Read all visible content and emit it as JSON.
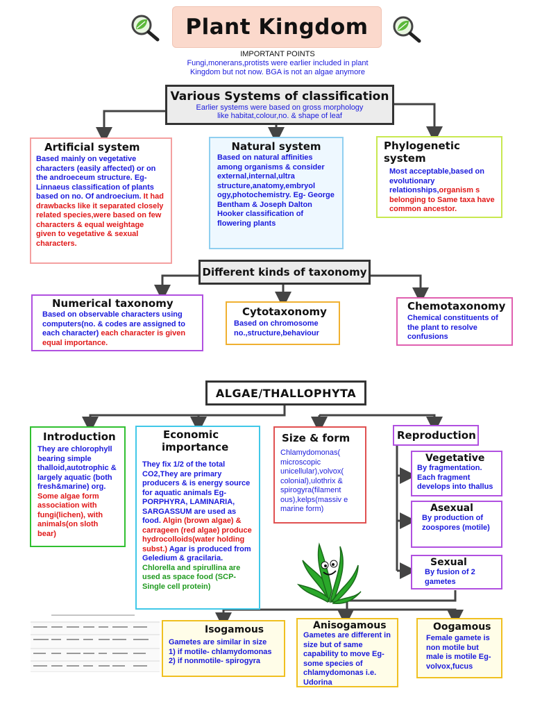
{
  "title": "Plant Kingdom",
  "important": {
    "heading": "IMPORTANT POINTS",
    "line1": "Fungi,monerans,protists were earlier included in plant",
    "line2": "Kingdom but not now. BGA is not an algae anymore"
  },
  "classification": {
    "heading": "Various Systems of classification",
    "sub1": "Earlier systems were based on gross morphology",
    "sub2": "like habitat,colour,no. & shape of leaf",
    "artificial": {
      "title": "Artificial system",
      "blue": "Based mainly on vegetative characters (easily affected) or on the androeceum structure. Eg- Linnaeus classification of plants based on no. Of androecium.",
      "red": " It had drawbacks like it separated closely related species,were based on few characters & equal weightage given to vegetative & sexual characters."
    },
    "natural": {
      "title": "Natural system",
      "text": "Based on natural affinities among organisms & consider external,internal,ultra structure,anatomy,embryol ogy,photochemistry. Eg- George Bentham & Joseph Dalton Hooker classification of flowering plants"
    },
    "phylogenetic": {
      "title": "Phylogenetic system",
      "blue1": "Most acceptable,based on evolutionary relationships,",
      "red": "organism s belonging to Same taxa have common ancestor."
    }
  },
  "taxonomy": {
    "heading": "Different kinds of taxonomy",
    "numerical": {
      "title": "Numerical taxonomy",
      "blue": "Based on observable characters using computers(no. & codes are assigned to each character)",
      "red": " each character is given equal importance."
    },
    "cyto": {
      "title": "Cytotaxonomy",
      "text": "Based on chromosome no.,structure,behaviour"
    },
    "chemo": {
      "title": "Chemotaxonomy",
      "text": "Chemical constituents of the plant to resolve confusions"
    }
  },
  "algae": {
    "heading": "ALGAE/THALLOPHYTA",
    "intro": {
      "title": "Introduction",
      "blue": "They are chlorophyll bearing simple thalloid,autotrophic & largely aquatic (both fresh&marine) org.",
      "red": " Some algae form association with fungi(lichen), with animals(on sloth bear)"
    },
    "economic": {
      "title1": "Economic",
      "title2": "importance",
      "blue1": "They fix 1/2 of the total CO2,They are primary producers & is energy source for aquatic animals Eg- PORPHYRA, LAMINARIA, SARGASSUM are used as food.",
      "red1": " Algin (brown algae) & carrageen (red algae) produce hydrocolloids(water holding subst.)",
      "blue2": " Agar is produced from Geledium & gracilaria.",
      "green": " Chlorella and spirullina are used as space food (SCP-Single cell protein)"
    },
    "size": {
      "title": "Size & form",
      "text": "Chlamydomonas( microscopic unicellular),volvox( colonial),ulothrix & spirogyra(filament ous),kelps(massiv e marine form)"
    },
    "reproduction": {
      "title": "Reproduction",
      "vegetative": {
        "title": "Vegetative",
        "text": "By fragmentation. Each fragment develops into thallus"
      },
      "asexual": {
        "title": "Asexual",
        "text": "By production of zoospores (motile)"
      },
      "sexual": {
        "title": "Sexual",
        "text": "By fusion of 2 gametes"
      }
    },
    "isogamous": {
      "title": "Isogamous",
      "text1": "Gametes are similar in size",
      "text2": "1) if motile- chlamydomonas",
      "text3": "2) if nonmotile- spirogyra"
    },
    "anisogamous": {
      "title": "Anisogamous",
      "text": "Gametes are different in size but of same capability to move Eg- some species of chlamydomonas i.e. Udorina"
    },
    "oogamous": {
      "title": "Oogamous",
      "text": "Female gamete is non motile but male is motile Eg- volvox,fucus"
    }
  },
  "icons": {
    "left": "magnifier-leaf-icon",
    "right": "magnifier-leaf-icon",
    "mascot": "seaweed-mascot-icon"
  },
  "colors": {
    "title_bg": "#fbd9cc",
    "artificial": "#f08080",
    "natural": "#7ec8f0",
    "phylogenetic": "#c8e850",
    "numerical": "#b050e0",
    "cyto": "#f0b030",
    "chemo": "#e060b0",
    "intro": "#30c030",
    "economic": "#40c8e8",
    "size": "#e05050",
    "reproduction": "#b050e0",
    "iso": "#f0c020"
  }
}
